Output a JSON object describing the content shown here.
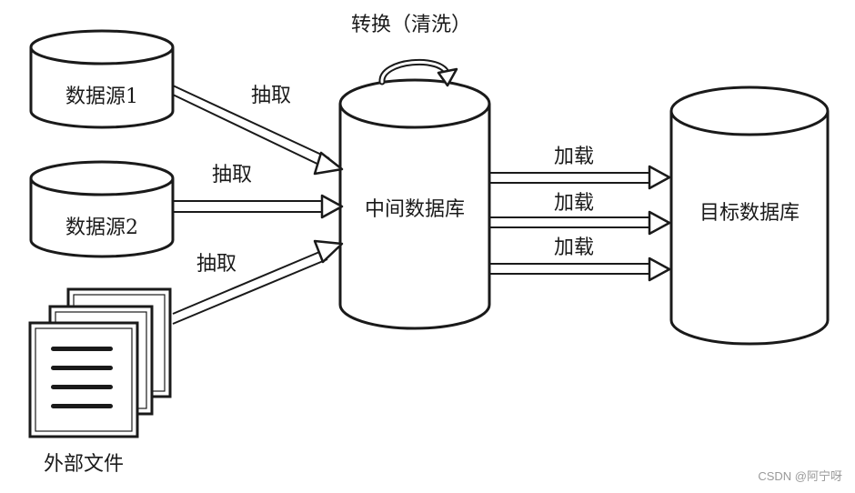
{
  "nodes": {
    "source1": "数据源1",
    "source2": "数据源2",
    "external_files": "外部文件",
    "staging_db": "中间数据库",
    "target_db": "目标数据库"
  },
  "edges": {
    "extract_1": "抽取",
    "extract_2": "抽取",
    "extract_3": "抽取",
    "load_1": "加载",
    "load_2": "加载",
    "load_3": "加载",
    "transform": "转换（清洗）"
  },
  "watermark": "CSDN @阿宁呀",
  "colors": {
    "stroke": "#1a1a1a",
    "fill": "#ffffff"
  }
}
